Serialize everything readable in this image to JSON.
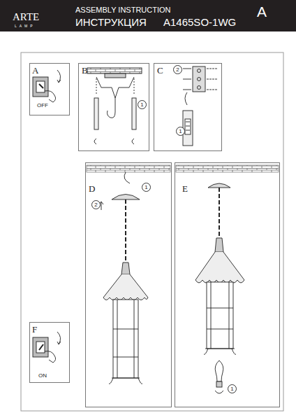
{
  "diagram": {
    "nodes": [
      {
        "text": [
          "ARTE",
          "LAMP",
          "ASSEMBLY INSTRUCTION",
          "ИНСТРУКЦИЯ",
          "A1465SO-1WG",
          "A"
        ]
      },
      {
        "text": [
          "A",
          "OFF"
        ]
      },
      {
        "text": [
          "B",
          "1"
        ]
      },
      {
        "text": [
          "C",
          "2",
          "1"
        ]
      },
      {
        "text": [
          "D",
          "1",
          "2"
        ]
      },
      {
        "text": [
          "E",
          "1"
        ]
      },
      {
        "text": [
          "F",
          "ON"
        ]
      }
    ]
  }
}
